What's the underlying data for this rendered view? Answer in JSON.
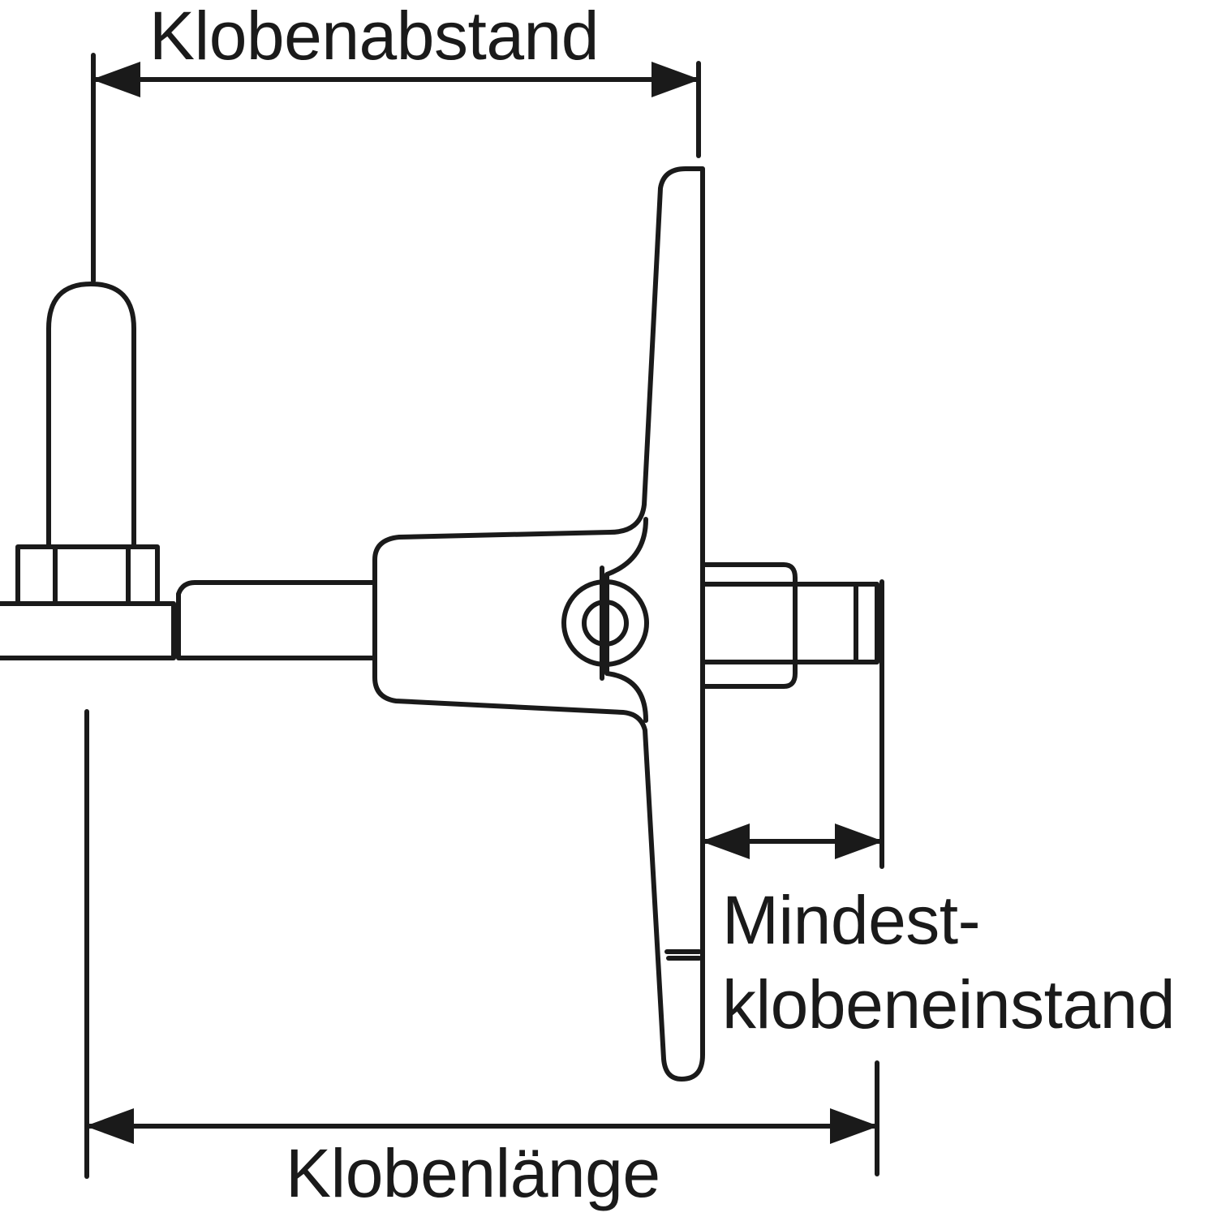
{
  "colors": {
    "line": "#1a1a1a",
    "background": "#ffffff"
  },
  "labels": {
    "klobenabstand": "Klobenabstand",
    "mindest_line1": "Mindest-",
    "mindest_line2": "klobeneinstand",
    "klobenlaenge": "Klobenlänge"
  }
}
